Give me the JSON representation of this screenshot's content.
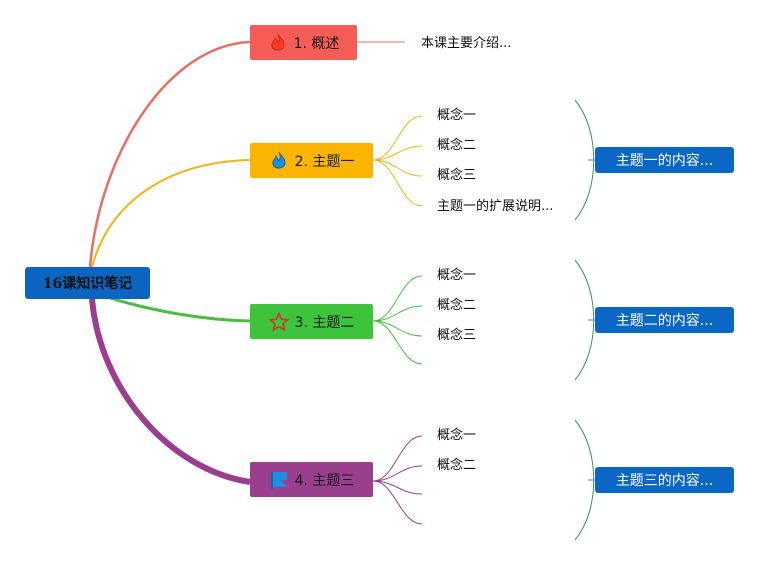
{
  "root": {
    "label": "16课知识笔记",
    "color": "#0a64c0"
  },
  "topics": [
    {
      "label": "1. 概述",
      "icon": "fire-icon",
      "color": "#f35d55",
      "line_color": "#e57068",
      "details": [
        "本课主要介绍..."
      ]
    },
    {
      "label": "2. 主题一",
      "icon": "flame-drop-icon",
      "color": "#fbb400",
      "line_color": "#f0b31a",
      "details": [
        "概念一",
        "概念二",
        "概念三",
        "主题一的扩展说明..."
      ],
      "summary": "主题一的内容..."
    },
    {
      "label": "3. 主题二",
      "icon": "star-icon",
      "color": "#3ec33c",
      "line_color": "#48bd44",
      "details": [
        "概念一",
        "概念二",
        "概念三"
      ],
      "summary": "主题二的内容..."
    },
    {
      "label": "4. 主题三",
      "icon": "flag-icon",
      "color": "#9a3f8e",
      "line_color": "#9a3f8e",
      "details": [
        "概念一",
        "概念二"
      ],
      "summary": "主题三的内容..."
    }
  ],
  "bracket_color": "#3c8f6a"
}
